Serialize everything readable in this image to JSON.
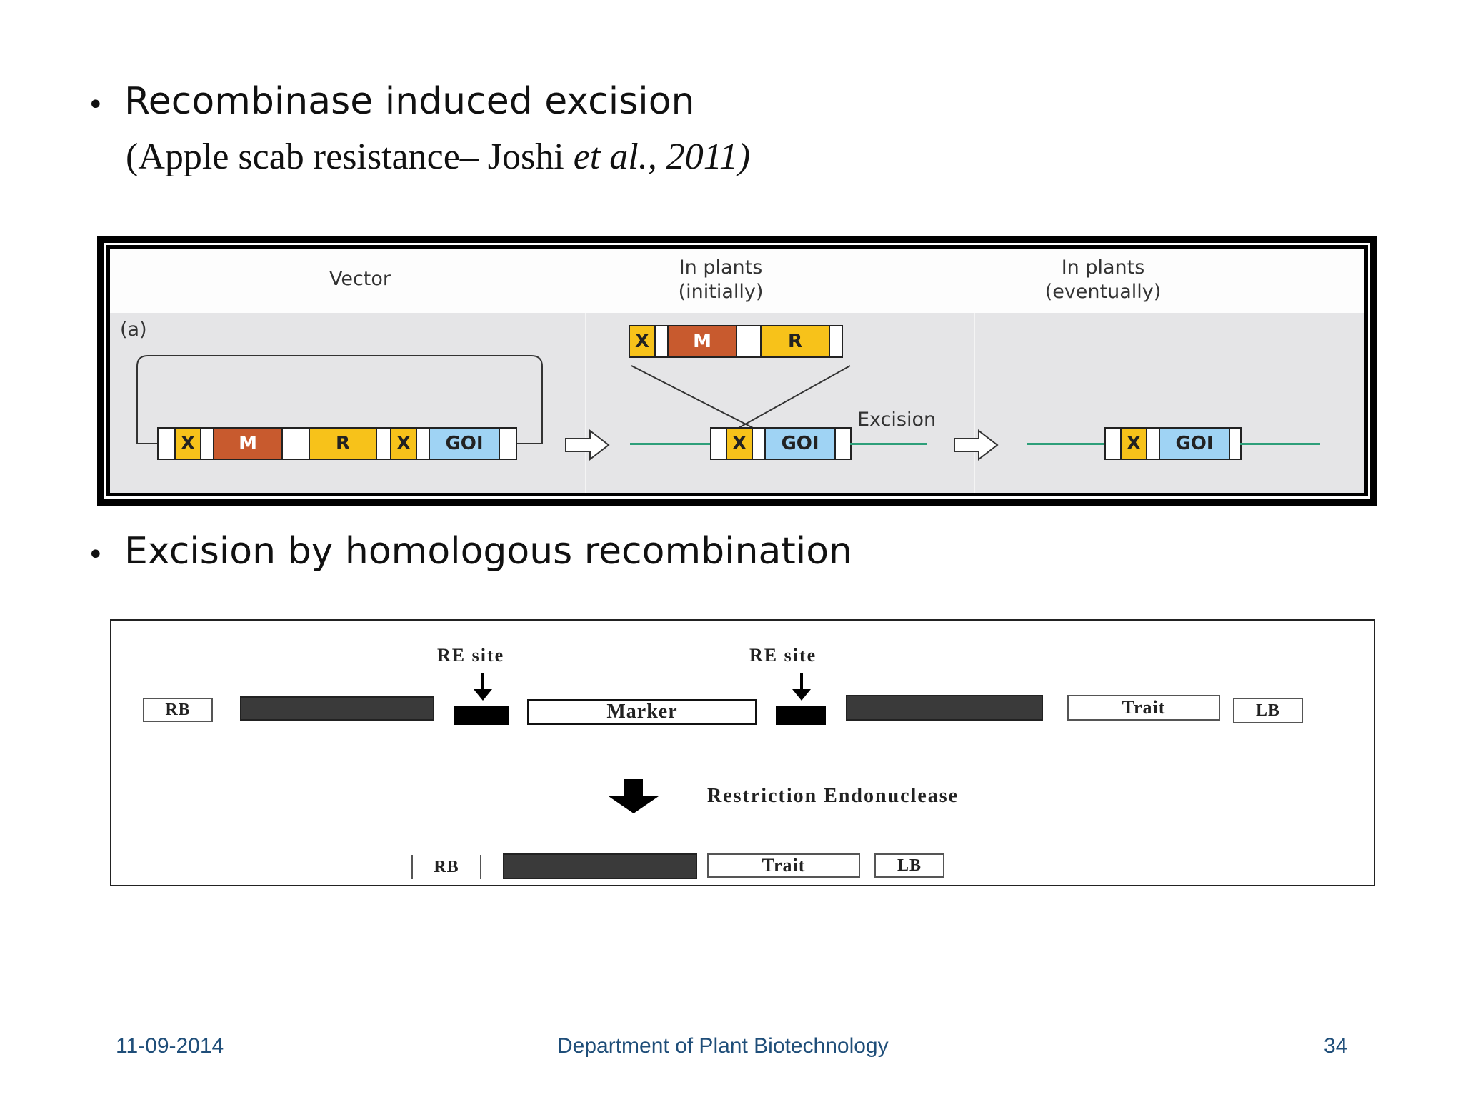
{
  "bullets": [
    {
      "text": "Recombinase induced excision"
    },
    {
      "text": "Excision by homologous recombination"
    }
  ],
  "citation": {
    "prefix": "(Apple scab resistance– Joshi ",
    "italic": "et al., 2011)"
  },
  "figure_a": {
    "panel_label": "(a)",
    "headers": {
      "vector": "Vector",
      "initially_line1": "In plants",
      "initially_line2": "(initially)",
      "eventually_line1": "In plants",
      "eventually_line2": "(eventually)"
    },
    "segment_labels": {
      "x": "X",
      "m": "M",
      "r": "R",
      "goi": "GOI"
    },
    "excision_label": "Excision",
    "colors": {
      "x": "#f7c21a",
      "m": "#c85a2e",
      "r": "#f7c21a",
      "goi": "#9fd3f4",
      "line": "#2e9f7a"
    }
  },
  "figure_b": {
    "re_site": "RE site",
    "rb": "RB",
    "marker": "Marker",
    "trait": "Trait",
    "lb": "LB",
    "enzyme": "Restriction Endonuclease"
  },
  "footer": {
    "date": "11-09-2014",
    "department": "Department of Plant Biotechnology",
    "page": "34"
  }
}
